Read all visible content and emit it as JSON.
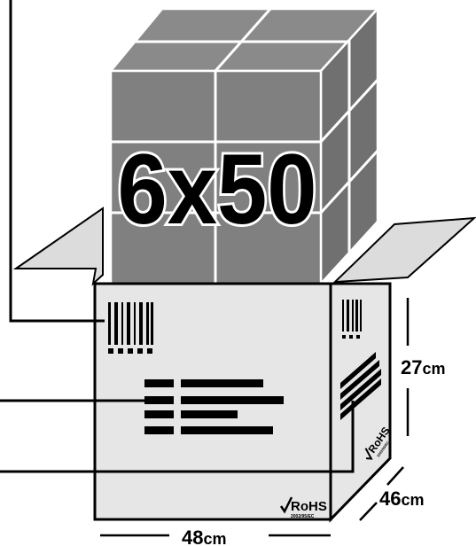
{
  "quantity_label": "6x50",
  "dimensions": {
    "width": "48",
    "depth": "46",
    "height": "27",
    "unit": "cm"
  },
  "certification": {
    "mark": "RoHS",
    "code": "2002/95/EC"
  },
  "colors": {
    "box_face": "#e6e6e6",
    "flap": "#dcdcdc",
    "cubes": "#808080",
    "outline": "#000000"
  }
}
